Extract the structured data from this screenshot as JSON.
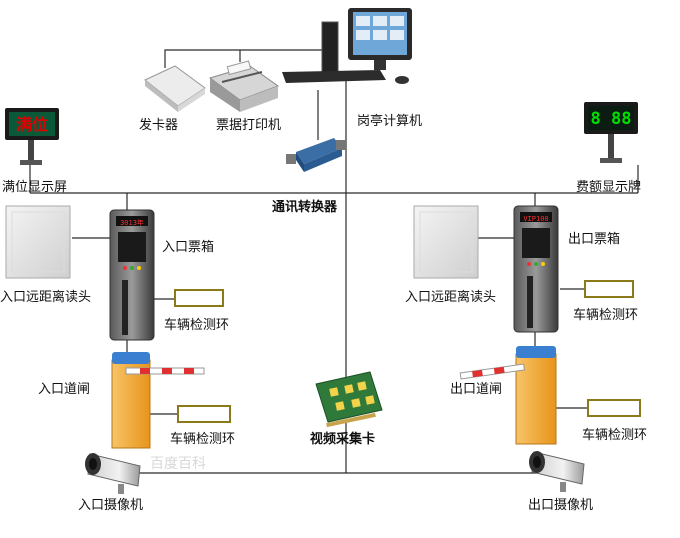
{
  "labels": {
    "card_issuer": "发卡器",
    "ticket_printer": "票据打印机",
    "booth_computer": "岗亭计算机",
    "full_display": "满位显示屏",
    "fee_display": "费额显示牌",
    "comm_converter": "通讯转换器",
    "entry_ticket_box": "入口票箱",
    "exit_ticket_box": "出口票箱",
    "entry_long_reader": "入口远距离读头",
    "exit_long_reader": "入口远距离读头",
    "vehicle_loop_1": "车辆检测环",
    "vehicle_loop_2": "车辆检测环",
    "vehicle_loop_3": "车辆检测环",
    "vehicle_loop_4": "车辆检测环",
    "entry_gate": "入口道闸",
    "exit_gate": "出口道闸",
    "video_card": "视频采集卡",
    "entry_camera": "入口摄像机",
    "exit_camera": "出口摄像机"
  },
  "displays": {
    "full_sign_text": "满位",
    "fee_sign_text": "8 88",
    "entry_box_led": "3013年",
    "exit_box_led": "VIP100"
  },
  "watermark": "百度百科",
  "colors": {
    "line": "#2b2b2b",
    "led_red": "#e00000",
    "led_green": "#00e000",
    "sign_bg": "#0a5a3a",
    "gate_orange": "#f2a323",
    "gate_blue": "#3b7fd0",
    "loop_border": "#8a7a1a",
    "pcb_green": "#2f7a3a"
  }
}
